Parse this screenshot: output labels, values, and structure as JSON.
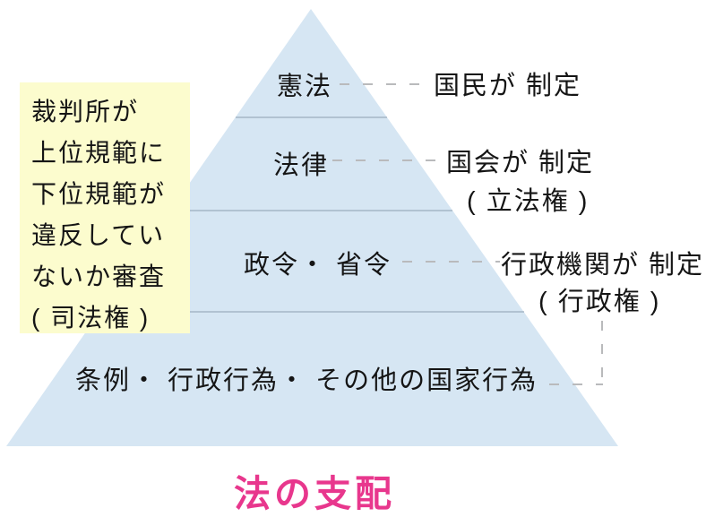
{
  "title": "法の支配",
  "colors": {
    "triangle_fill": "#d6e6f3",
    "divider_line": "#9badbd",
    "dashed_connector": "#b9babc",
    "note_background": "#fcfcce",
    "title_pink": "#e8378d",
    "text": "#151515"
  },
  "pyramid": {
    "tiers": [
      {
        "label": "憲法"
      },
      {
        "label": "法律"
      },
      {
        "label": "政令・ 省令"
      },
      {
        "label": "条例・ 行政行為・ その他の国家行為"
      }
    ]
  },
  "right_labels": [
    {
      "line1": "国民が 制定",
      "line2": ""
    },
    {
      "line1": "国会が 制定",
      "line2": "( 立法権 )"
    },
    {
      "line1": "行政機関が 制定",
      "line2": "( 行政権 )"
    }
  ],
  "note": {
    "lines": [
      "裁判所が",
      "上位規範に",
      "下位規範が",
      "違反してい",
      "ないか審査",
      "( 司法権 )"
    ]
  }
}
